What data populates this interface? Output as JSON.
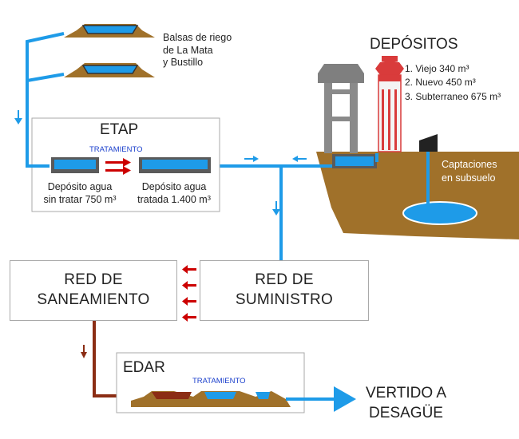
{
  "balsas": {
    "line1": "Balsas de riego",
    "line2": "de La Mata",
    "line3": "y Bustillo"
  },
  "depositos": {
    "title": "DEPÓSITOS",
    "items": [
      "1. Viejo 340 m³",
      "2. Nuevo 450 m³",
      "3. Subterraneo 675 m³"
    ]
  },
  "etap": {
    "title": "ETAP",
    "treatment": "TRATAMIENTO",
    "left_line1": "Depósito agua",
    "left_line2": "sin tratar 750 m³",
    "right_line1": "Depósito agua",
    "right_line2": "tratada 1.400 m³"
  },
  "captaciones": {
    "line1": "Captaciones",
    "line2": "en subsuelo"
  },
  "saneamiento": {
    "line1": "RED DE",
    "line2": "SANEAMIENTO"
  },
  "suministro": {
    "line1": "RED DE",
    "line2": "SUMINISTRO"
  },
  "edar": {
    "title": "EDAR",
    "treatment": "TRATAMIENTO"
  },
  "vertido": {
    "line1": "VERTIDO A",
    "line2": "DESAGÜE"
  },
  "colors": {
    "water": "#1e9be8",
    "earth": "#a0712a",
    "sewage": "#8b2d14",
    "red_arrow": "#cc0000",
    "tower_grey": "#808080"
  }
}
